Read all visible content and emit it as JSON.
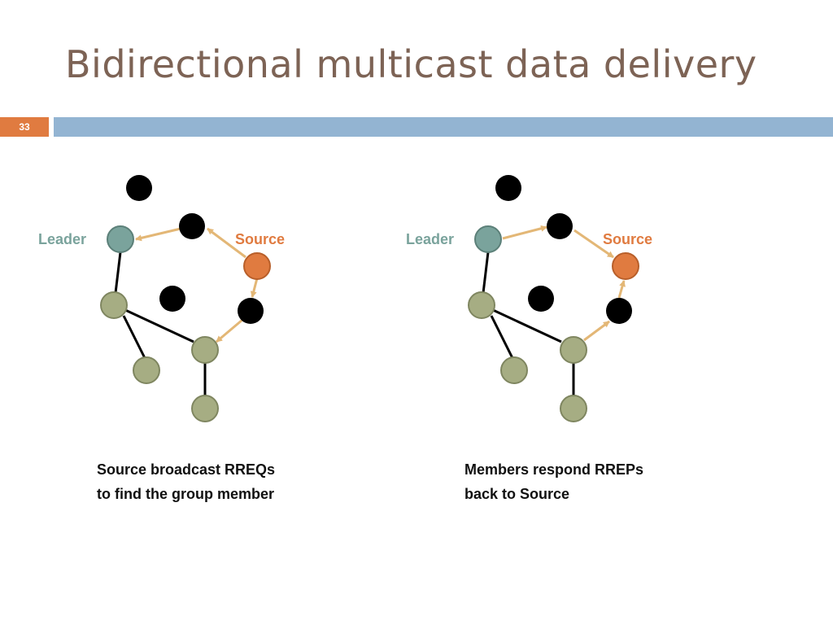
{
  "slide": {
    "title": "Bidirectional multicast data delivery",
    "page_number": "33"
  },
  "colors": {
    "title": "#7d6355",
    "accent_orange": "#e07b40",
    "bar_blue": "#93b4d2",
    "leader_teal": "#7aa39c",
    "member_green": "#a6ad83",
    "source_orange": "#e07b40",
    "arrow_tan": "#e3b776",
    "other_node": "#000000"
  },
  "diagrams": [
    {
      "leader_label": "Leader",
      "source_label": "Source",
      "caption_line1": "Source broadcast RREQs",
      "caption_line2": "to find the group member"
    },
    {
      "leader_label": "Leader",
      "source_label": "Source",
      "caption_line1": "Members respond RREPs",
      "caption_line2": "back to Source"
    }
  ]
}
